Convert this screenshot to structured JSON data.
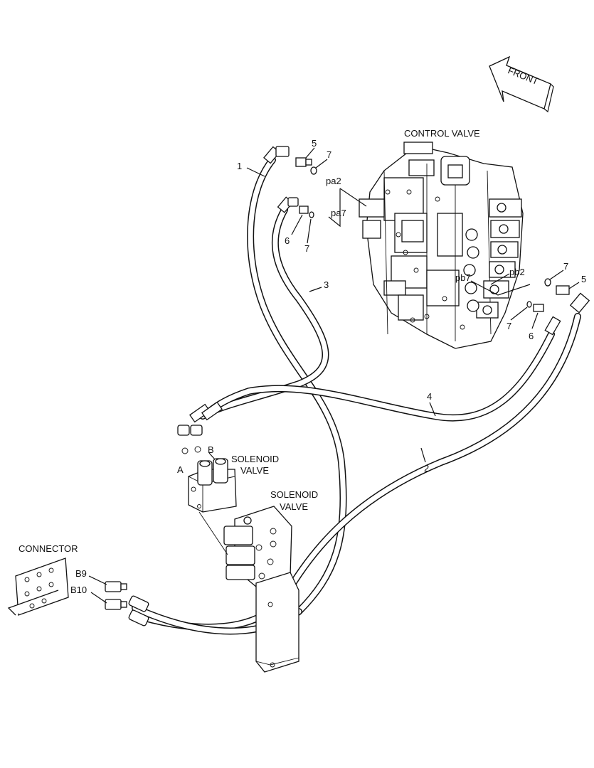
{
  "front_arrow": {
    "label": "FRONT",
    "icon": "front-direction-arrow-icon"
  },
  "components": {
    "control_valve": "CONTROL VALVE",
    "solenoid_valve_upper": [
      "SOLENOID",
      "VALVE"
    ],
    "solenoid_valve_lower": [
      "SOLENOID",
      "VALVE"
    ],
    "connector": "CONNECTOR"
  },
  "ports": {
    "pa2": "pa2",
    "pa7": "pa7",
    "pb2": "pb2",
    "pb7": "pb7",
    "a": "A",
    "b": "B",
    "b9": "B9",
    "b10": "B10"
  },
  "callouts": {
    "c1": "1",
    "c2": "2",
    "c3": "3",
    "c4": "4",
    "c5_left": "5",
    "c5_right": "5",
    "c6_left": "6",
    "c6_right": "6",
    "c7_upper_left": "7",
    "c7_lower_left": "7",
    "c7_upper_right": "7",
    "c7_lower_right": "7"
  }
}
